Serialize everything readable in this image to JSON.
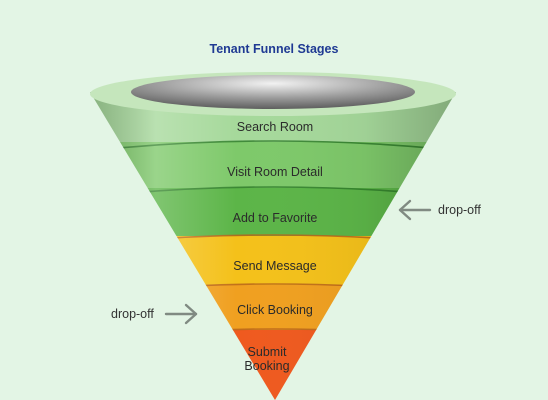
{
  "title": "Tenant Funnel Stages",
  "stages": [
    {
      "label": "Search Room",
      "color": "#a6d99b"
    },
    {
      "label": "Visit Room Detail",
      "color": "#7ec96a"
    },
    {
      "label": "Add to Favorite",
      "color": "#5cb548"
    },
    {
      "label": "Send Message",
      "color": "#f4c11a"
    },
    {
      "label": "Click Booking",
      "color": "#f0a020"
    },
    {
      "label": "Submit Booking",
      "color": "#ef5a1f"
    }
  ],
  "annotations": {
    "right": {
      "text": "drop-off",
      "color": "#808a82"
    },
    "left": {
      "text": "drop-off",
      "color": "#808a82"
    }
  }
}
